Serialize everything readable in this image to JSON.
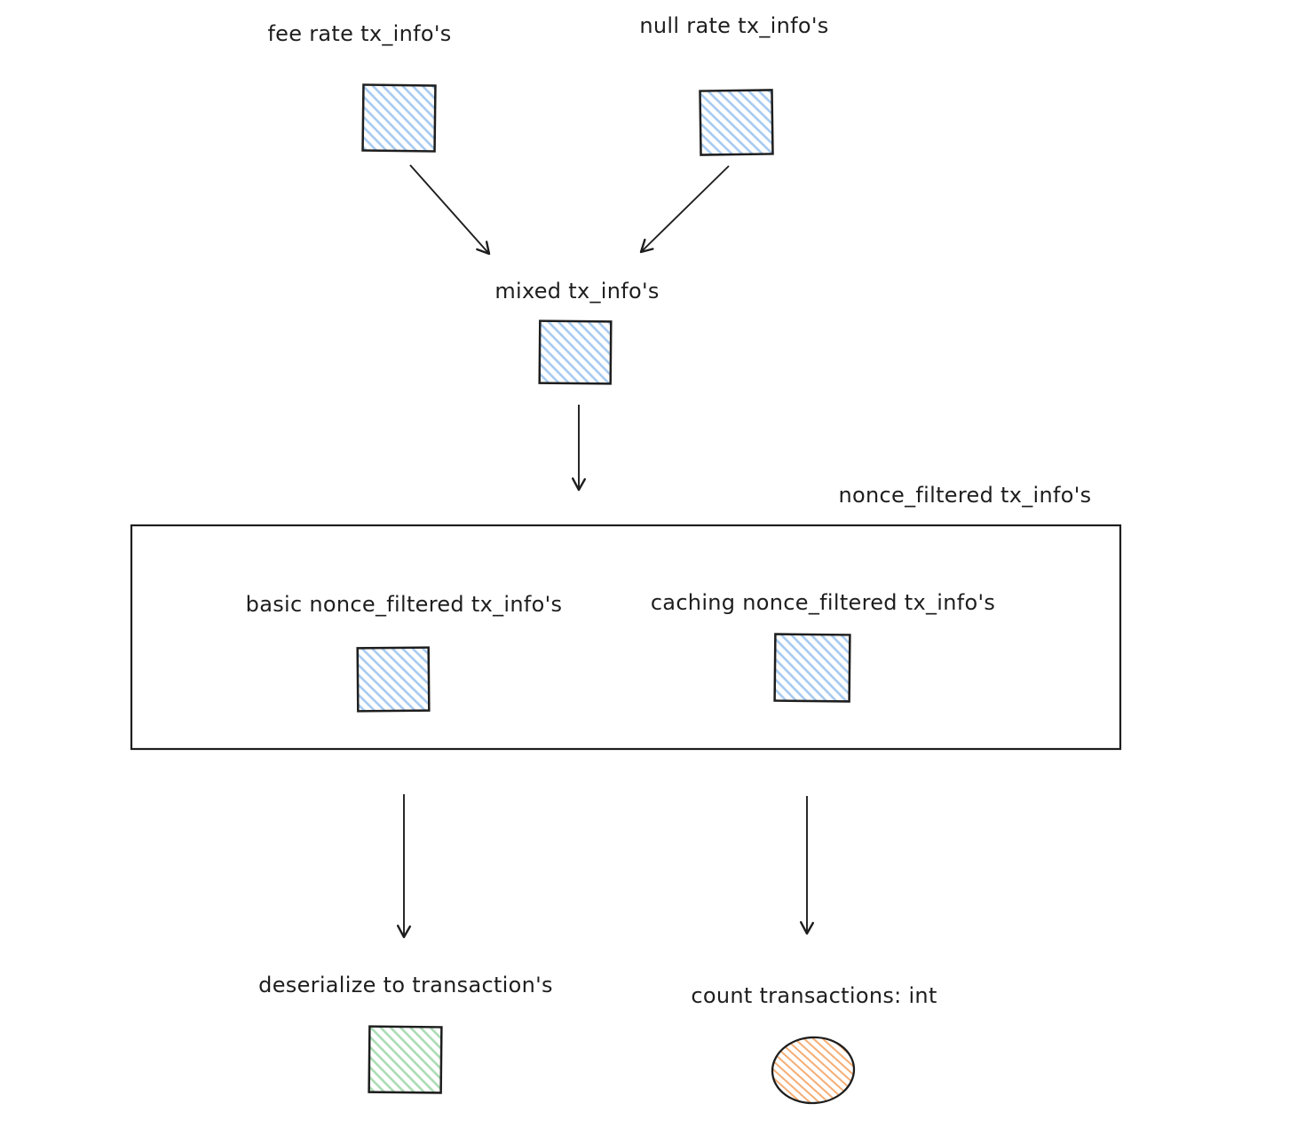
{
  "diagram": {
    "type": "flowchart",
    "style": "hand-drawn",
    "background": "#ffffff",
    "stroke_color": "#1e1e1e",
    "colors": {
      "blue_fill": "#a5c9f0",
      "green_fill": "#a9dcb2",
      "orange_fill": "#f5ad73"
    },
    "nodes": {
      "fee_rate": {
        "label": "fee rate tx_info's",
        "shape": "square",
        "fill": "blue"
      },
      "null_rate": {
        "label": "null rate tx_info's",
        "shape": "square",
        "fill": "blue"
      },
      "mixed": {
        "label": "mixed tx_info's",
        "shape": "square",
        "fill": "blue"
      },
      "nonce_filtered": {
        "label": "nonce_filtered tx_info's",
        "shape": "container-rectangle",
        "fill": "none"
      },
      "basic": {
        "label": "basic nonce_filtered tx_info's",
        "shape": "square",
        "fill": "blue"
      },
      "caching": {
        "label": "caching nonce_filtered tx_info's",
        "shape": "square",
        "fill": "blue"
      },
      "deserialize": {
        "label": "deserialize to transaction's",
        "shape": "square",
        "fill": "green"
      },
      "count": {
        "label": "count transactions: int",
        "shape": "ellipse",
        "fill": "orange"
      }
    },
    "edges": [
      {
        "from": "fee_rate",
        "to": "mixed"
      },
      {
        "from": "null_rate",
        "to": "mixed"
      },
      {
        "from": "mixed",
        "to": "nonce_filtered"
      },
      {
        "from": "nonce_filtered.basic",
        "to": "deserialize"
      },
      {
        "from": "nonce_filtered.caching",
        "to": "count"
      }
    ]
  }
}
